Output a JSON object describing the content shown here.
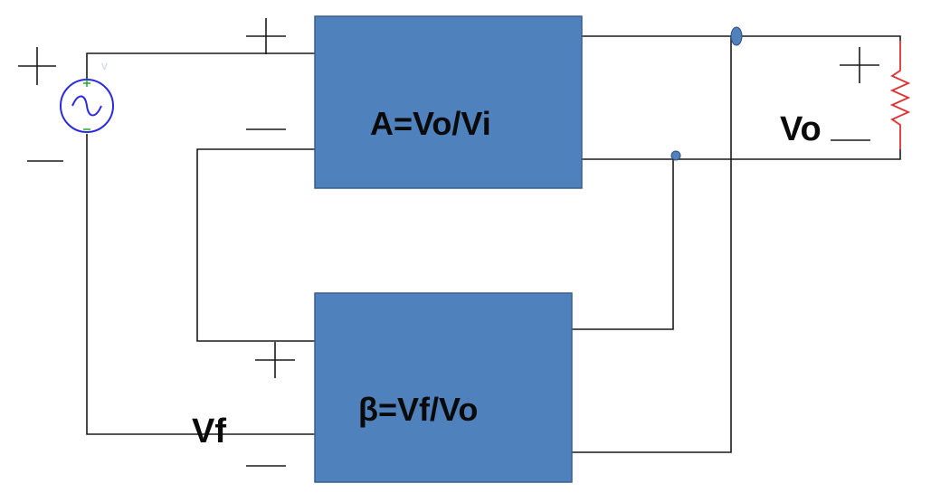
{
  "blocks": {
    "amplifier": {
      "label": "A=Vo/Vi"
    },
    "feedback": {
      "label": "β=Vf/Vo"
    }
  },
  "signals": {
    "output_voltage": "Vo",
    "feedback_voltage": "Vf"
  },
  "source": {
    "symbol": "v"
  },
  "colors": {
    "block_fill": "#4f81bd",
    "block_border": "#3a5f8f",
    "wire": "#1a1a1a",
    "resistor": "#e03030",
    "source": "#2a2ae0",
    "source_terminal": "#22aa22",
    "node": "#4f81bd"
  }
}
